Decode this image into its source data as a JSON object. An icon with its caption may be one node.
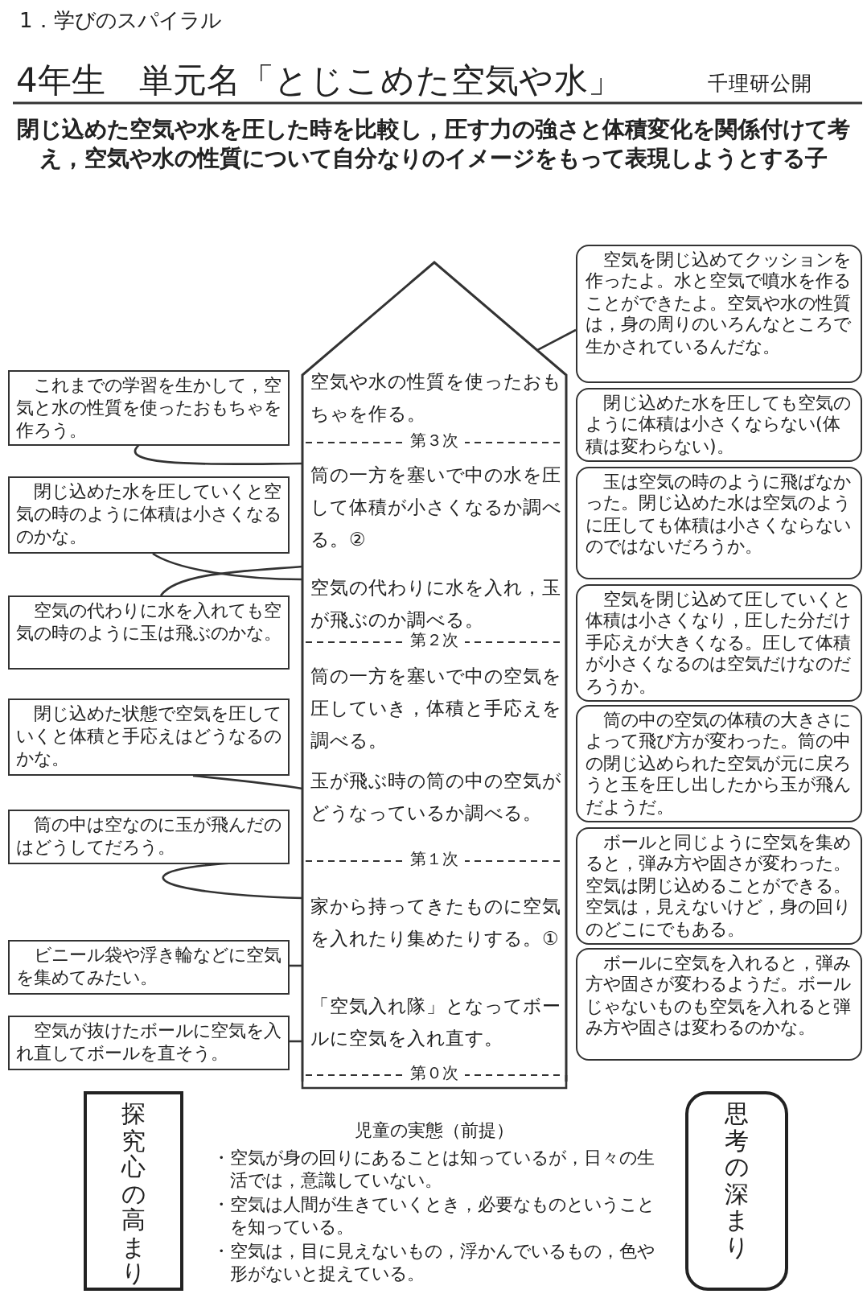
{
  "diagram": {
    "title": "4年生　単元名「とじこめた空気や水」",
    "nodes": [
      {
        "text": [
          "空気や水の性質を使ったおもちゃを作る。",
          "第３次",
          "筒の一方を塞いで中の水を圧して体積が小さくなるか調べる。②",
          "空気の代わりに水を入れ，玉が飛ぶのか調べる。",
          "第２次",
          "筒の一方を塞いで中の空気を圧していき，体積と手応えを調べる。",
          "玉が飛ぶ時の筒の中の空気がどうなっているか調べる。",
          "第１次",
          "家から持ってきたものに空気を入れたり集めたりする。①",
          "「空気入れ隊」となってボールに空気を入れ直す。",
          "第０次"
        ]
      },
      {
        "text": [
          "これまでの学習を生かして，空気と水の性質を使ったおもちゃを作ろう。"
        ]
      },
      {
        "text": [
          "閉じ込めた水を圧していくと空気の時のように体積は小さくなるのかな。"
        ]
      },
      {
        "text": [
          "空気の代わりに水を入れても空気の時のように玉は飛ぶのかな。"
        ]
      },
      {
        "text": [
          "閉じ込めた状態で空気を圧していくと体積と手応えはどうなるのかな。"
        ]
      },
      {
        "text": [
          "筒の中は空なのに玉が飛んだのはどうしてだろう。"
        ]
      },
      {
        "text": [
          "ビニール袋や浮き輪などに空気を集めてみたい。"
        ]
      },
      {
        "text": [
          "空気が抜けたボールに空気を入れ直してボールを直そう。"
        ]
      },
      {
        "text": [
          "空気を閉じ込めてクッションを作ったよ。水と空気で噴水を作ることができたよ。空気や水の性質は，身の周りのいろんなところで生かされているんだな。"
        ]
      },
      {
        "text": [
          "閉じ込めた水を圧しても空気のように体積は小さくならない(体積は変わらない)。"
        ]
      },
      {
        "text": [
          "玉は空気の時のように飛ばなかった。閉じ込めた水は空気のように圧しても体積は小さくならないのではないだろうか。"
        ]
      },
      {
        "text": [
          "空気を閉じ込めて圧していくと体積は小さくなり，圧した分だけ手応えが大きくなる。圧して体積が小さくなるのは空気だけなのだろうか。"
        ]
      },
      {
        "text": [
          "筒の中の空気の体積の大きさによって飛び方が変わった。筒の中の閉じ込められた空気が元に戻ろうと玉を圧し出したから玉が飛んだようだ。"
        ]
      },
      {
        "text": [
          "ボールと同じように空気を集めると，弾み方や固さが変わった。空気は閉じ込めることができる。空気は，見えないけど，身の回りのどこにでもある。"
        ]
      },
      {
        "text": [
          "ボールに空気を入れると，弾み方や固さが変わるようだ。ボールじゃないものも空気を入れると弾み方や固さは変わるのかな。"
        ]
      },
      {
        "text": [
          "探究心の高まり"
        ]
      },
      {
        "text": [
          "思考の深まり"
        ]
      }
    ],
    "edges": [
      {
        "from": 1,
        "to": 0,
        "arrow": "none"
      },
      {
        "from": 2,
        "to": 0,
        "arrow": "none"
      },
      {
        "from": 3,
        "to": 0,
        "arrow": "none"
      },
      {
        "from": 4,
        "to": 0,
        "arrow": "none"
      },
      {
        "from": 5,
        "to": 0,
        "arrow": "none"
      },
      {
        "from": 6,
        "to": 0,
        "arrow": "none"
      },
      {
        "from": 7,
        "to": 0,
        "arrow": "none"
      },
      {
        "from": 8,
        "to": 0,
        "arrow": "none"
      }
    ],
    "labels": [
      "1．学びのスパイラル",
      "千理研公開",
      "閉じ込めた空気や水を圧した時を比較し，圧す力の強さと体積変化を関係付けて考え，空気や水の性質について自分なりのイメージをもって表現しようとする子",
      "児童の実態（前提）",
      "・空気が身の回りにあることは知っているが，日々の生活では，意識していない。",
      "・空気は人間が生きていくとき，必要なものということを知っている。",
      "・空気は，目に見えないもの，浮かんでいるもの，色や形がないと捉えている。"
    ]
  }
}
